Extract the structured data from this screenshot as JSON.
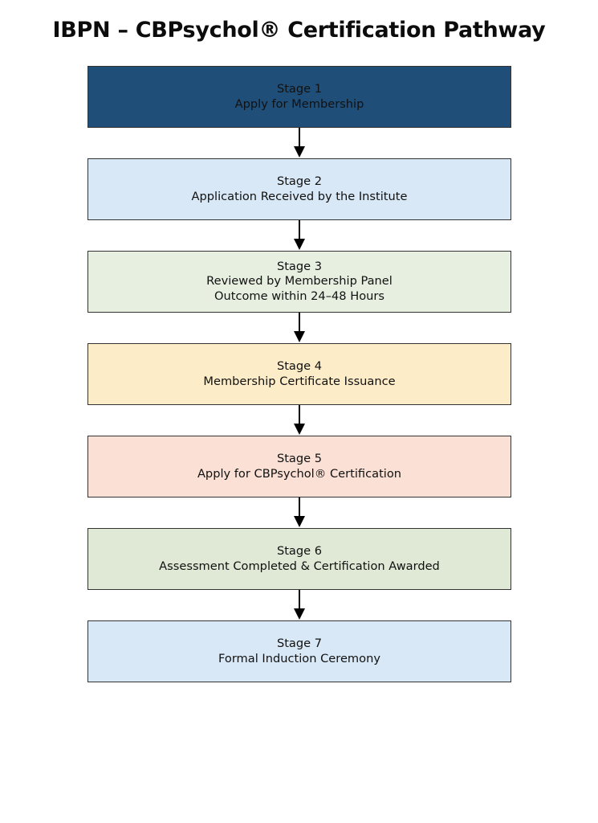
{
  "page": {
    "title": "IBPN – CBPsychol® Certification Pathway",
    "background": "#ffffff",
    "text_color": "#111111",
    "border_color": "#333333",
    "arrow_color": "#000000"
  },
  "flowchart": {
    "type": "vertical-flow",
    "orientation": "top-to-bottom",
    "node_count": 7,
    "connector_count": 6,
    "nodes": [
      {
        "id": "stage-1",
        "label": "Stage 1",
        "description": "Apply for Membership",
        "lines": [
          "Stage 1",
          "Apply for Membership"
        ],
        "fill": "#1f4e79"
      },
      {
        "id": "stage-2",
        "label": "Stage 2",
        "description": "Application Received by the Institute",
        "lines": [
          "Stage 2",
          "Application Received by the Institute"
        ],
        "fill": "#d8e8f6"
      },
      {
        "id": "stage-3",
        "label": "Stage 3",
        "description": "Reviewed by Membership Panel Outcome within 24–48 Hours",
        "lines": [
          "Stage 3",
          "Reviewed by Membership Panel",
          "Outcome within 24–48 Hours"
        ],
        "fill": "#e7efe1"
      },
      {
        "id": "stage-4",
        "label": "Stage 4",
        "description": "Membership Certificate Issuance",
        "lines": [
          "Stage 4",
          "Membership Certificate Issuance"
        ],
        "fill": "#fcecc8"
      },
      {
        "id": "stage-5",
        "label": "Stage 5",
        "description": "Apply for CBPsychol® Certification",
        "lines": [
          "Stage 5",
          "Apply for CBPsychol® Certification"
        ],
        "fill": "#fbe1d5"
      },
      {
        "id": "stage-6",
        "label": "Stage 6",
        "description": "Assessment Completed & Certification Awarded",
        "lines": [
          "Stage 6",
          "Assessment Completed & Certification Awarded"
        ],
        "fill": "#dfe9d5"
      },
      {
        "id": "stage-7",
        "label": "Stage 7",
        "description": "Formal Induction Ceremony",
        "lines": [
          "Stage 7",
          "Formal Induction Ceremony"
        ],
        "fill": "#d8e8f6"
      }
    ]
  }
}
